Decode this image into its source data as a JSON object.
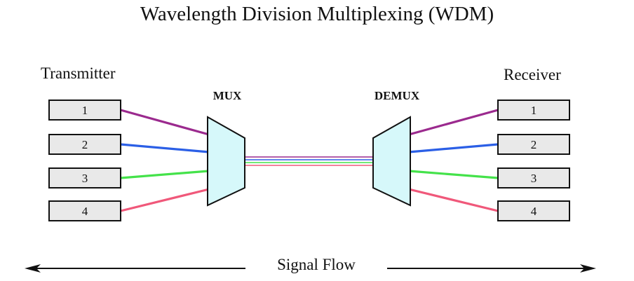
{
  "title": "Wavelength Division Multiplexing (WDM)",
  "transmitter_label": "Transmitter",
  "receiver_label": "Receiver",
  "mux_label": "MUX",
  "demux_label": "DEMUX",
  "signal_flow_label": "Signal Flow",
  "channels": [
    {
      "label": "1",
      "color": "#9b2a8e"
    },
    {
      "label": "2",
      "color": "#2b5fe6"
    },
    {
      "label": "3",
      "color": "#44e24a"
    },
    {
      "label": "4",
      "color": "#f0587a"
    }
  ],
  "colors": {
    "box_fill": "#e9e9e9",
    "mux_fill": "#d6f8fa",
    "outline": "#111111"
  }
}
